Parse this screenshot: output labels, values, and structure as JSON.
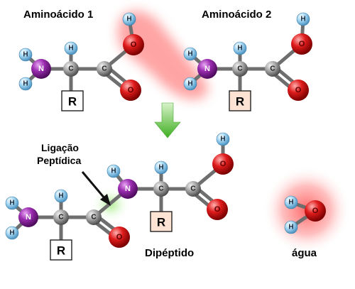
{
  "labels": {
    "aa1": "Aminoácido 1",
    "aa2": "Aminoácido 2",
    "bond_line1": "Ligação",
    "bond_line2": "Peptídica",
    "dipeptide": "Dipéptido",
    "water": "água"
  },
  "atoms": {
    "hydrogen": "H",
    "nitrogen": "N",
    "carbon": "C",
    "oxygen": "O",
    "radical": "R"
  },
  "colors": {
    "nitrogen": "#8a1f9e",
    "oxygen": "#d81818",
    "carbon": "#8c8c8c",
    "hydrogen": "#7fbfe6",
    "radical_box_1": "#ffffff",
    "radical_box_2": "#fde3d3",
    "arrow": "#5bbf3a",
    "glow_red": "#ff5050",
    "glow_green": "#78e04a"
  }
}
